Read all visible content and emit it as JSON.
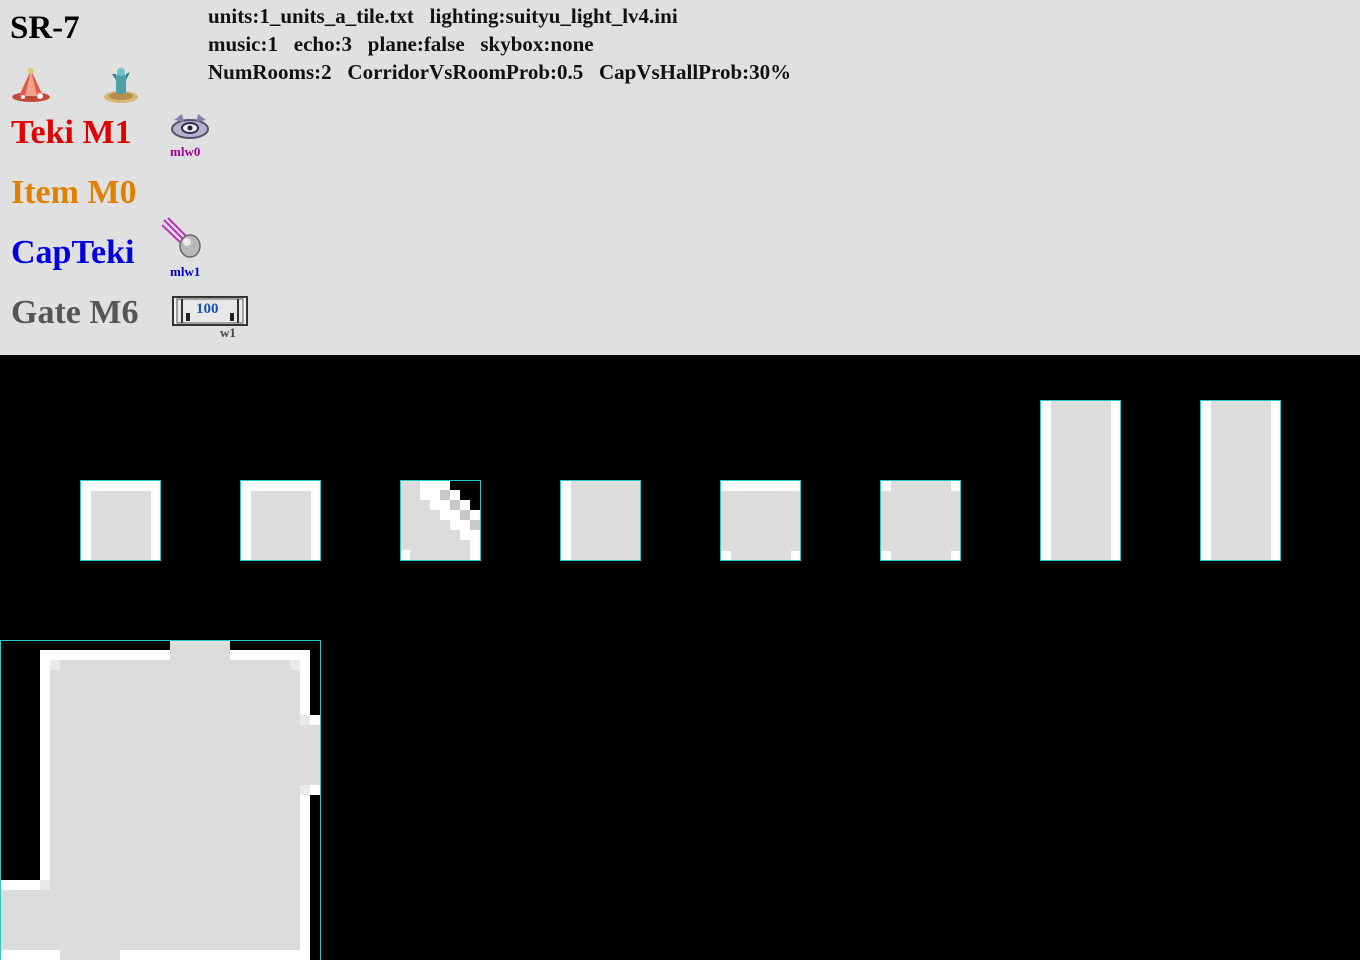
{
  "title": "SR-7",
  "info": {
    "line1": "units:1_units_a_tile.txt   lighting:suityu_light_lv4.ini",
    "line2": "music:1   echo:3   plane:false   skybox:none",
    "line3": "NumRooms:2   CorridorVsRoomProb:0.5   CapVsHallProb:30%"
  },
  "icons": {
    "onion": "red-onion-icon",
    "pod": "ship-pod-icon"
  },
  "teki": {
    "label": "Teki M1",
    "color": "#e00000",
    "entity_code": "mlw0",
    "entity_color": "#9b009b"
  },
  "item": {
    "label": "Item M0",
    "color": "#e08000"
  },
  "capteki": {
    "label": "CapTeki",
    "color": "#0000e0",
    "entity_code": "mlw1",
    "entity_color": "#0000cc"
  },
  "gate": {
    "label": "Gate M6",
    "color": "#555555",
    "gate_value": "100",
    "gate_code": "w1"
  },
  "tiles": [
    {
      "name": "unit-tile-1",
      "kind": "straight"
    },
    {
      "name": "unit-tile-2",
      "kind": "straight"
    },
    {
      "name": "unit-tile-3",
      "kind": "curve"
    },
    {
      "name": "unit-tile-4",
      "kind": "tee"
    },
    {
      "name": "unit-tile-5",
      "kind": "cap"
    },
    {
      "name": "unit-tile-6",
      "kind": "cross"
    },
    {
      "name": "unit-tile-7",
      "kind": "long-straight"
    },
    {
      "name": "unit-tile-8",
      "kind": "long-straight"
    },
    {
      "name": "room-tile",
      "kind": "room"
    }
  ]
}
